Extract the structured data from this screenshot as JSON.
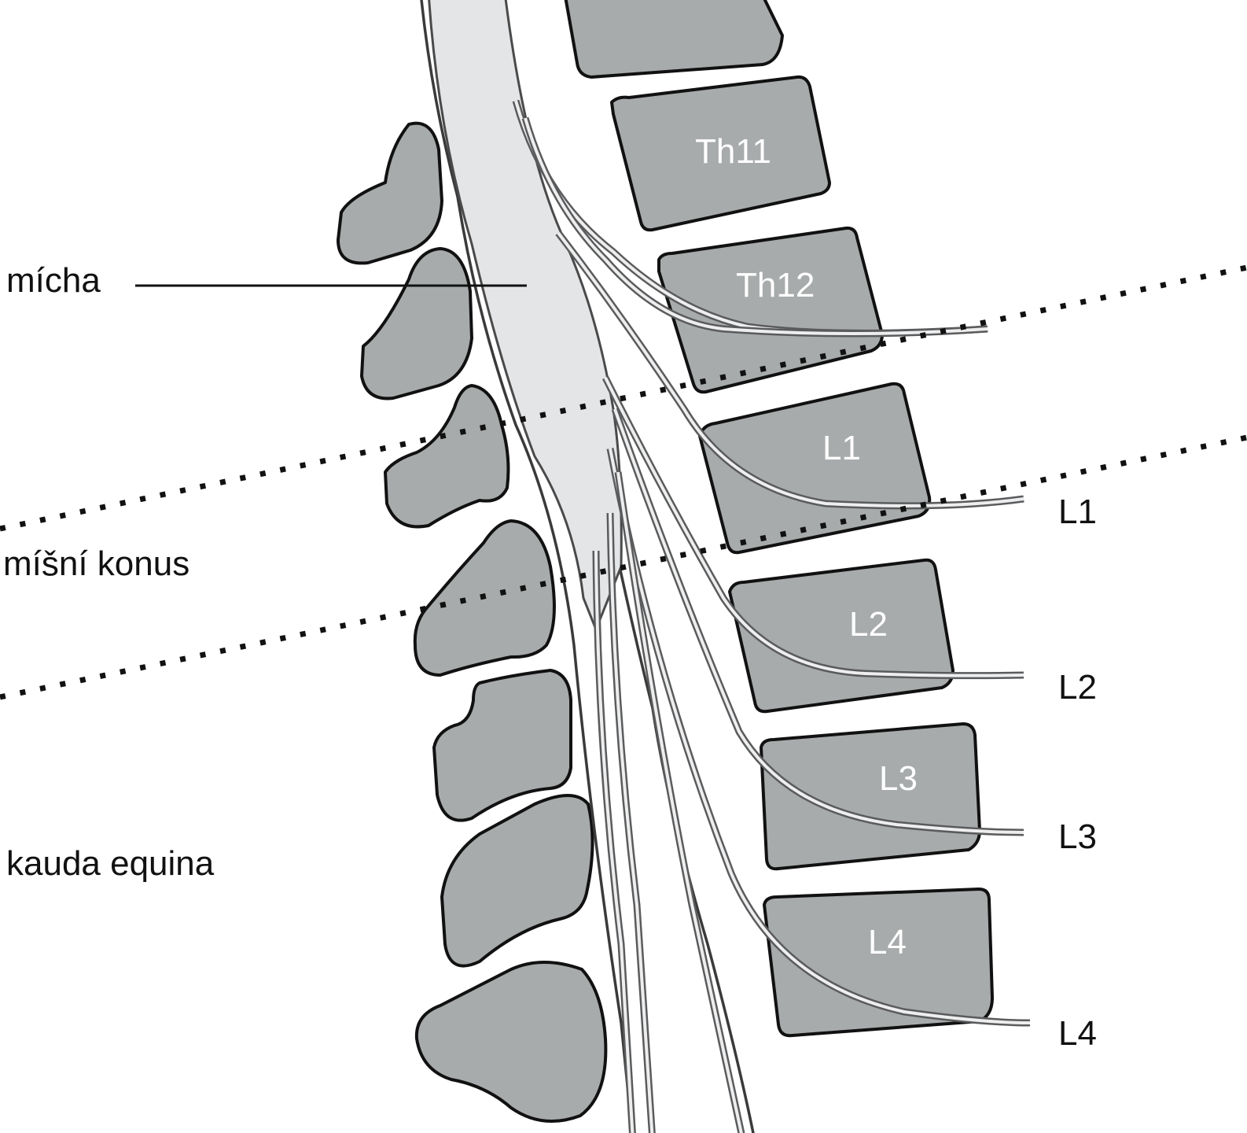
{
  "labels": {
    "left": {
      "micha": "mícha",
      "conus": "míšní konus",
      "cauda": "kauda equina"
    },
    "vertebrae": {
      "th11": "Th11",
      "th12": "Th12",
      "l1": "L1",
      "l2": "L2",
      "l3": "L3",
      "l4": "L4"
    },
    "roots": {
      "l1": "L1",
      "l2": "L2",
      "l3": "L3",
      "l4": "L4"
    }
  },
  "colors": {
    "bone": "#a8abab",
    "spinal_cord": "#e4e5e7",
    "outline": "#111111",
    "vertebra_label": "#ffffff"
  }
}
